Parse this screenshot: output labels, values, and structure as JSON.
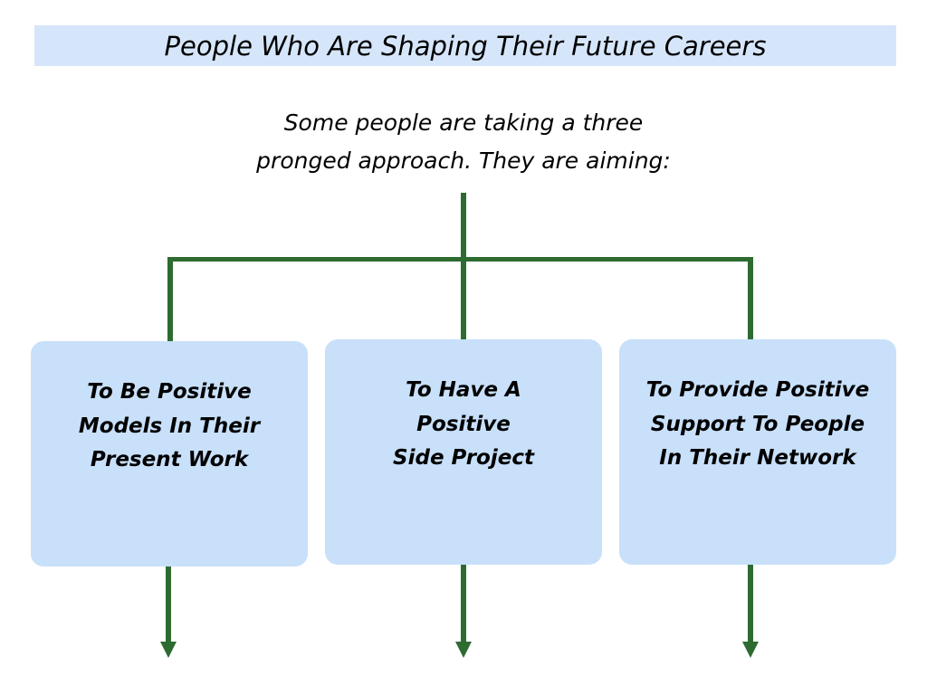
{
  "title": "People Who Are Shaping Their Future Careers",
  "subtitle": "Some people are taking a three\npronged approach. They are aiming:",
  "boxes": [
    {
      "label": "To Be Positive\nModels In Their\nPresent Work"
    },
    {
      "label": "To Have A\nPositive\nSide Project"
    },
    {
      "label": "To Provide Positive\nSupport To People\nIn Their Network"
    }
  ],
  "colors": {
    "title_bg": "#d6e6fa",
    "box_bg": "#c8e0fa",
    "connector": "#2e6b30"
  }
}
